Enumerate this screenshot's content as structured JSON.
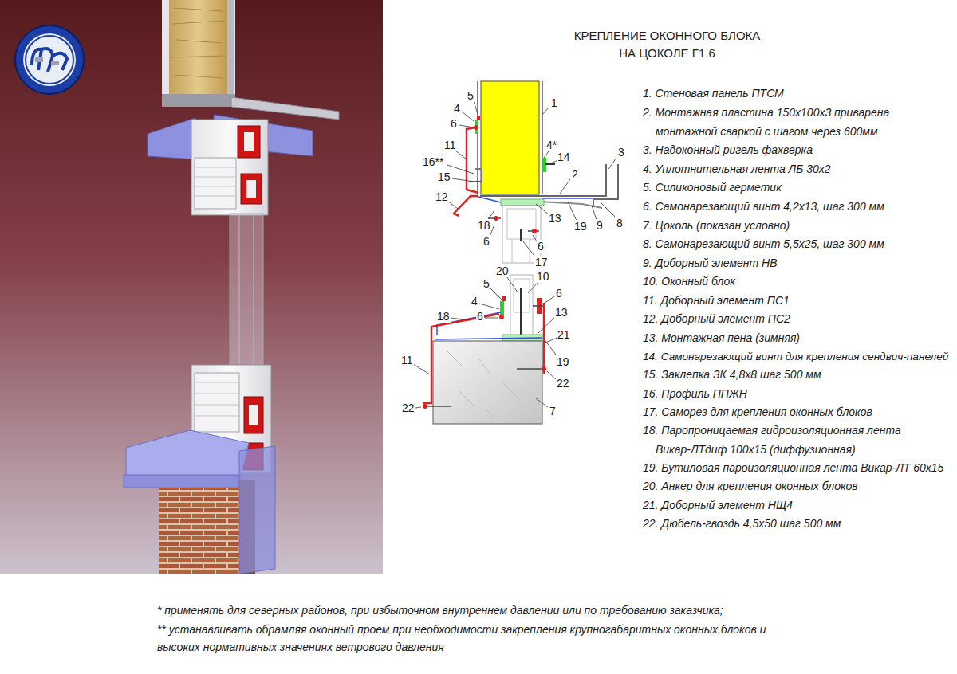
{
  "diagram": {
    "title": "КРЕПЛЕНИЕ ОКОННОГО БЛОКА НА ЦОКОЛЕ Г1.6",
    "labels": [
      "5",
      "1",
      "4",
      "6",
      "4*",
      "11",
      "14",
      "3",
      "16**",
      "2",
      "15",
      "12",
      "18",
      "13",
      "19",
      "9",
      "8",
      "6",
      "6",
      "17",
      "20",
      "10",
      "5",
      "6",
      "4",
      "6",
      "18",
      "13",
      "21",
      "11",
      "19",
      "22",
      "22",
      "7",
      "1. Стеновая панель ПТСМ",
      "2. Монтажная пластина 150х100х3 приварена монтажной сваркой с шагом через 600мм",
      "3. Надоконный ригель фахверка",
      "4. Уплотнительная лента ЛБ 30х2",
      "5. Силиконовый герметик",
      "6. Самонарезающий винт 4,2х13, шаг 300 мм",
      "7. Цоколь (показан условно)",
      "8. Самонарезающий винт 5,5х25, шаг 300 мм",
      "9. Доборный элемент НВ",
      "10. Оконный блок",
      "11. Доборный элемент ПС1",
      "12. Доборный элемент ПС2",
      "13. Монтажная пена (зимняя)",
      "14. Самонарезающий винт для крепления сендвич-панелей",
      "15. Заклепка ЗК 4,8х8 шаг 500 мм",
      "16. Профиль ППЖН",
      "17. Саморез для крепления оконных блоков",
      "18. Паропроницаемая гидроизоляционная лента Викар-ЛТдиф 100х15 (диффузионная)",
      "19. Бутиловая пароизоляционная лента Викар-ЛТ 60х15",
      "20. Анкер для крепления оконных блоков",
      "21. Доборный элемент НЩ4",
      "22. Дюбель-гвоздь 4,5х50 шаг 500 мм",
      "* применять для северных районов, при избыточном внутреннем давлении или по требованию заказчика;",
      "** устанавливать обрамляя оконный проем при необходимости закрепления крупногабаритных оконных блоков и высоких нормативных значениях ветрового давления"
    ]
  }
}
